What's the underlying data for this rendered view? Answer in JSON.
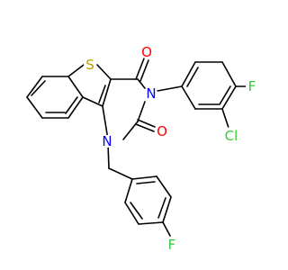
{
  "atoms": {
    "S": {
      "label": "S",
      "color": "#b8a000"
    },
    "O1": {
      "label": "O",
      "color": "#ff0000"
    },
    "O2": {
      "label": "O",
      "color": "#ff0000"
    },
    "N3": {
      "label": "N",
      "color": "#0000ff"
    },
    "N1": {
      "label": "N",
      "color": "#0000ff"
    },
    "F1": {
      "label": "F",
      "color": "#33cc33"
    },
    "F2": {
      "label": "F",
      "color": "#33cc33"
    },
    "Cl": {
      "label": "Cl",
      "color": "#33cc33"
    }
  }
}
